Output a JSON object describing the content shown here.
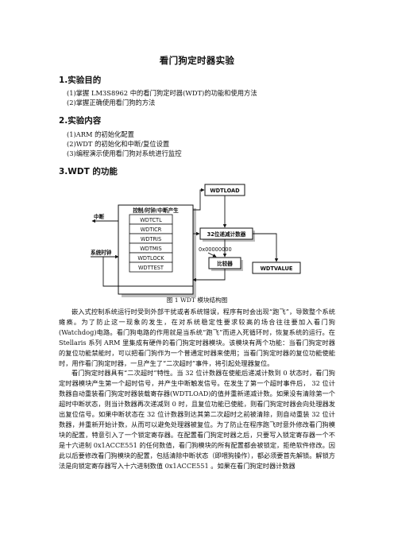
{
  "doc": {
    "title": "看门狗定时器实验",
    "sections": [
      {
        "heading": "1.实验目的",
        "items": [
          "(1)掌握 LM3S8962 中的看门狗定时器(WDT)的功能和使用方法",
          "(2)掌握正确使用看门狗的方法"
        ]
      },
      {
        "heading": "2.实验内容",
        "items": [
          "(1)ARM 的初始化配置",
          "(2)WDT 的初始化和中断/复位设置",
          "(3)编程演示使用看门狗对系统进行监控"
        ]
      },
      {
        "heading": "3.WDT 的功能",
        "items": []
      }
    ],
    "figure": {
      "caption": "图 1    WDT 模块结构图",
      "top_box": "WDTLOAD",
      "control_title": "控制/时钟/中断产生",
      "registers": [
        "WDTCTL",
        "WDTICR",
        "WDTRIS",
        "WDTMIS",
        "WDTLOCK",
        "WDTTEST"
      ],
      "counter": "32位递减计数器",
      "zero": "0x00000000",
      "comparator": "比较器",
      "value_box": "WDTVALUE",
      "interrupt_label": "中断",
      "clock_label": "系统时钟"
    },
    "paragraphs": [
      "嵌入式控制系统运行时受到外部干扰或者系统错误，程序有时会出现“跑飞”，导致整个系统瘫痪。为了防止这一现象的发生，在对系统稳定性要求较高的场合往往要加入看门狗(Watchdog)电路。看门狗电路的作用就是当系统“跑飞”而进入死循环时，恢复系统的运行。在 Stellaris 系列 ARM 里集成有硬件的看门狗定时器模块。该模块有两个功能：当看门狗定时器的复位功能禁能时，可以把看门狗作为一个普通定时器来使用；当看门狗定时器的复位功能使能时，用作看门狗定时器，一旦产生了“二次超时”事件，将引起处理器复位。",
      "看门狗定时器具有“二次超时”特性。当 32 位计数器在使能后递减计数到 0 状态时，看门狗定时器模块产生第一个超时信号，并产生中断触发信号。在发生了第一个超时事件后， 32 位计数器自动重装看门狗定时器装载寄存器(WDTLOAD)的值并重新递减计数。如果没有清除第一个超时中断状态，则当计数器再次递减到 0 时，且复位功能已使能，则看门狗定时器会向处理器发出复位信号。如果中断状态在 32 位计数器到达其第二次超时之前被清除，则自动重装 32 位计数器，并重新开始计数，从而可以避免处理器被复位。为了防止在程序跑飞时意外修改看门狗模块的配置，特意引入了一个锁定寄存器。在配置看门狗定时器之后，只要写入锁定寄存器一个不是十六进制 0x1ACCE551 的任何数值，看门狗模块的所有配置都会被锁定，拒绝软件修改。因此以后要修改看门狗模块的配置，包括清除中断状态（即喂狗操作），都必须要首先解锁。解锁方法是向锁定寄存器写入十六进制数值 0x1ACCE551 。如果在看门狗定时器计数器"
    ]
  }
}
